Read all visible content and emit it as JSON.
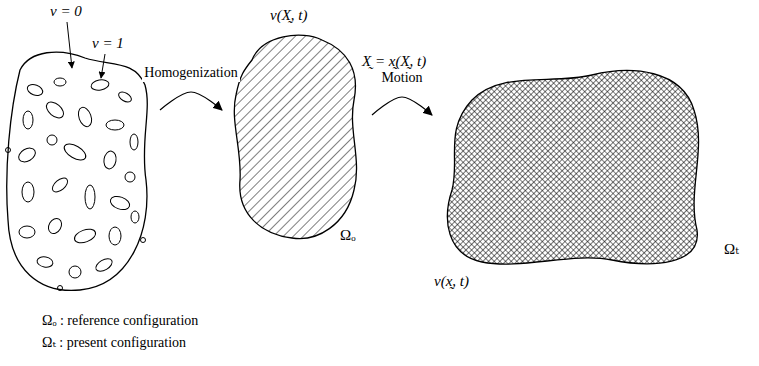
{
  "diagram": {
    "nodes": [
      {
        "text": [
          "ν = 0",
          "ν = 1"
        ]
      },
      {
        "text": [
          "ν(X̰, t)",
          "Ωₒ"
        ]
      },
      {
        "text": [
          "Ωₜ",
          "ν(x̰, t)"
        ]
      }
    ],
    "edges": [
      {
        "from": 0,
        "to": 1,
        "arrow": "to",
        "label": "Homogenization"
      },
      {
        "from": 1,
        "to": 2,
        "arrow": "to",
        "label": "Motion"
      }
    ],
    "labels": [
      "X̰ = x̰(X̰, t)",
      "Ωₒ : reference configuration",
      "Ωₜ : present configuration"
    ]
  }
}
